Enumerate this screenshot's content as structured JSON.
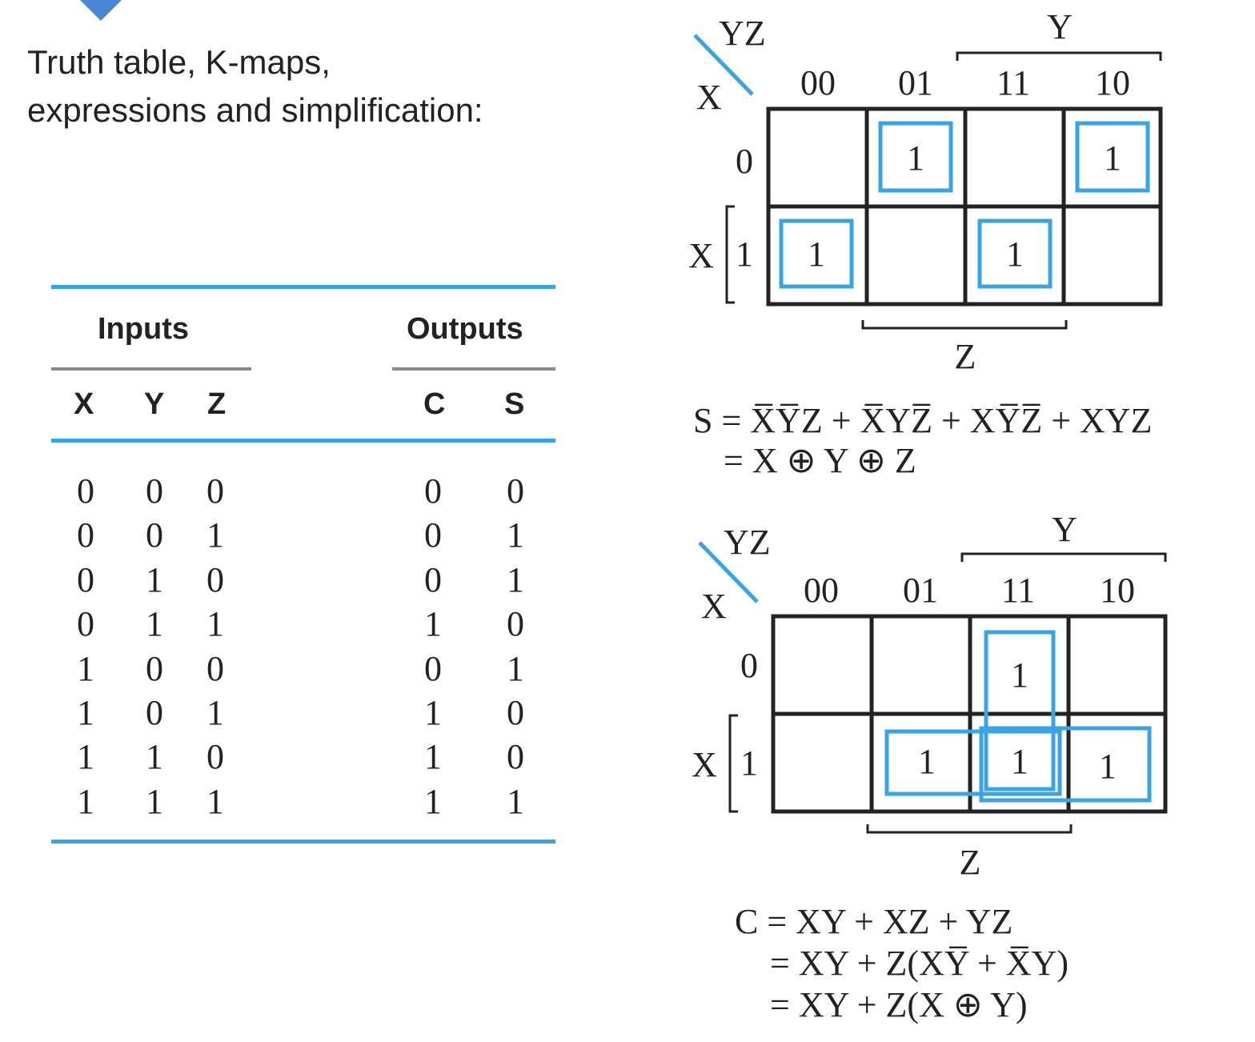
{
  "heading": {
    "line1": "Truth table, K-maps,",
    "line2": "expressions and simplification:"
  },
  "colors": {
    "accent_blue": "#3aa3e3",
    "arrow_blue": "#4a86d6",
    "grid": "#222222",
    "grey_rule": "#8a8a8a"
  },
  "truth_table": {
    "group_inputs": "Inputs",
    "group_outputs": "Outputs",
    "columns": [
      "X",
      "Y",
      "Z",
      "C",
      "S"
    ],
    "rows": [
      [
        "0",
        "0",
        "0",
        "0",
        "0"
      ],
      [
        "0",
        "0",
        "1",
        "0",
        "1"
      ],
      [
        "0",
        "1",
        "0",
        "0",
        "1"
      ],
      [
        "0",
        "1",
        "1",
        "1",
        "0"
      ],
      [
        "1",
        "0",
        "0",
        "0",
        "1"
      ],
      [
        "1",
        "0",
        "1",
        "1",
        "0"
      ],
      [
        "1",
        "1",
        "0",
        "1",
        "0"
      ],
      [
        "1",
        "1",
        "1",
        "1",
        "1"
      ]
    ]
  },
  "kmap_s": {
    "corner_top": "YZ",
    "corner_left": "X",
    "col_labels": [
      "00",
      "01",
      "11",
      "10"
    ],
    "row_labels": [
      "0",
      "1"
    ],
    "y_label": "Y",
    "x_label": "X",
    "z_label": "Z",
    "cells": [
      [
        "",
        "1",
        "",
        "1"
      ],
      [
        "1",
        "",
        "1",
        ""
      ]
    ],
    "expression": "S = X̅Y̅Z + X̅YZ̅ + XY̅Z̅ + XYZ",
    "expression_line2": "= X ⊕ Y ⊕ Z"
  },
  "kmap_c": {
    "corner_top": "YZ",
    "corner_left": "X",
    "col_labels": [
      "00",
      "01",
      "11",
      "10"
    ],
    "row_labels": [
      "0",
      "1"
    ],
    "y_label": "Y",
    "x_label": "X",
    "z_label": "Z",
    "cells": [
      [
        "",
        "",
        "1",
        ""
      ],
      [
        "",
        "1",
        "1",
        "1"
      ]
    ],
    "expression": "C = XY + XZ + YZ",
    "expression_line2": "= XY + Z(XY̅ + X̅Y)",
    "expression_line3": "= XY + Z(X ⊕ Y)"
  }
}
